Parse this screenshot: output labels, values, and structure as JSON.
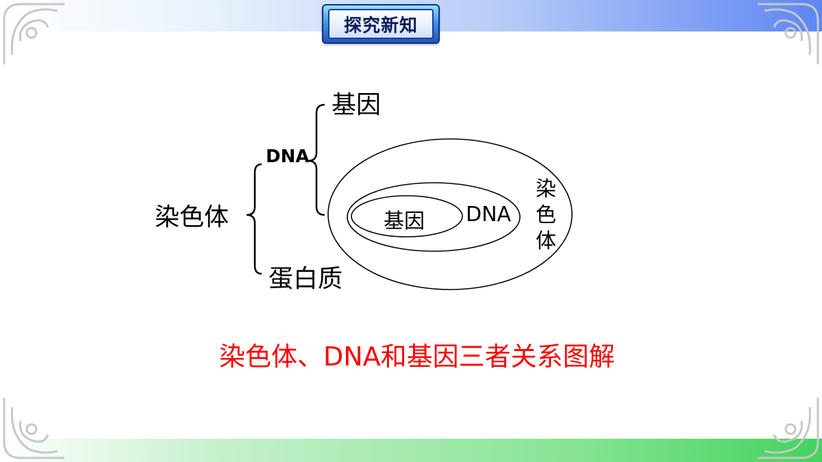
{
  "header": {
    "title": "探究新知"
  },
  "tree": {
    "root": "染色体",
    "branch_dna": "DNA",
    "branch_gene": "基因",
    "branch_protein": "蛋白质"
  },
  "ellipses": {
    "inner": "基因",
    "middle": "DNA",
    "outer": "染色体"
  },
  "caption": "染色体、DNA和基因三者关系图解",
  "colors": {
    "caption": "#ff0000",
    "top_band_end": "#5e86f2",
    "bottom_band_end": "#43d35c",
    "badge_border": "#1b3b9a"
  }
}
